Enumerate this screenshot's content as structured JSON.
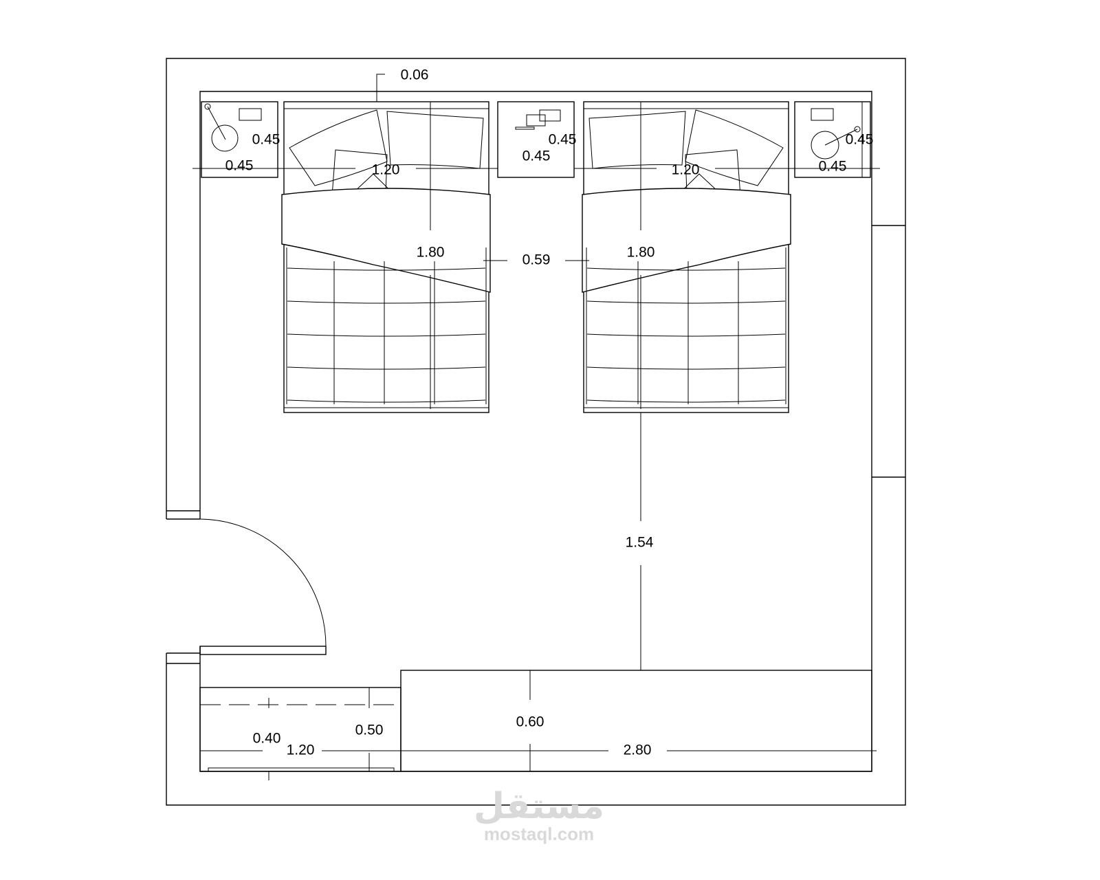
{
  "dimensions": {
    "wall_offset": "0.06",
    "nightstand_left_depth": "0.45",
    "nightstand_left_width": "0.45",
    "bed_left_width": "1.20",
    "bed_left_length": "1.80",
    "gap_between_beds": "0.59",
    "nightstand_middle_depth": "0.45",
    "nightstand_middle_width": "0.45",
    "bed_right_width": "1.20",
    "bed_right_length": "1.80",
    "nightstand_right_depth": "0.45",
    "nightstand_right_width": "0.45",
    "clearance_to_wardrobe": "1.54",
    "wardrobe_depth": "0.60",
    "closet_depth": "0.50",
    "closet_shelf": "0.40",
    "closet_width": "1.20",
    "wardrobe_width": "2.80"
  },
  "watermark": {
    "arabic": "مستقل",
    "latin": "mostaql.com"
  }
}
